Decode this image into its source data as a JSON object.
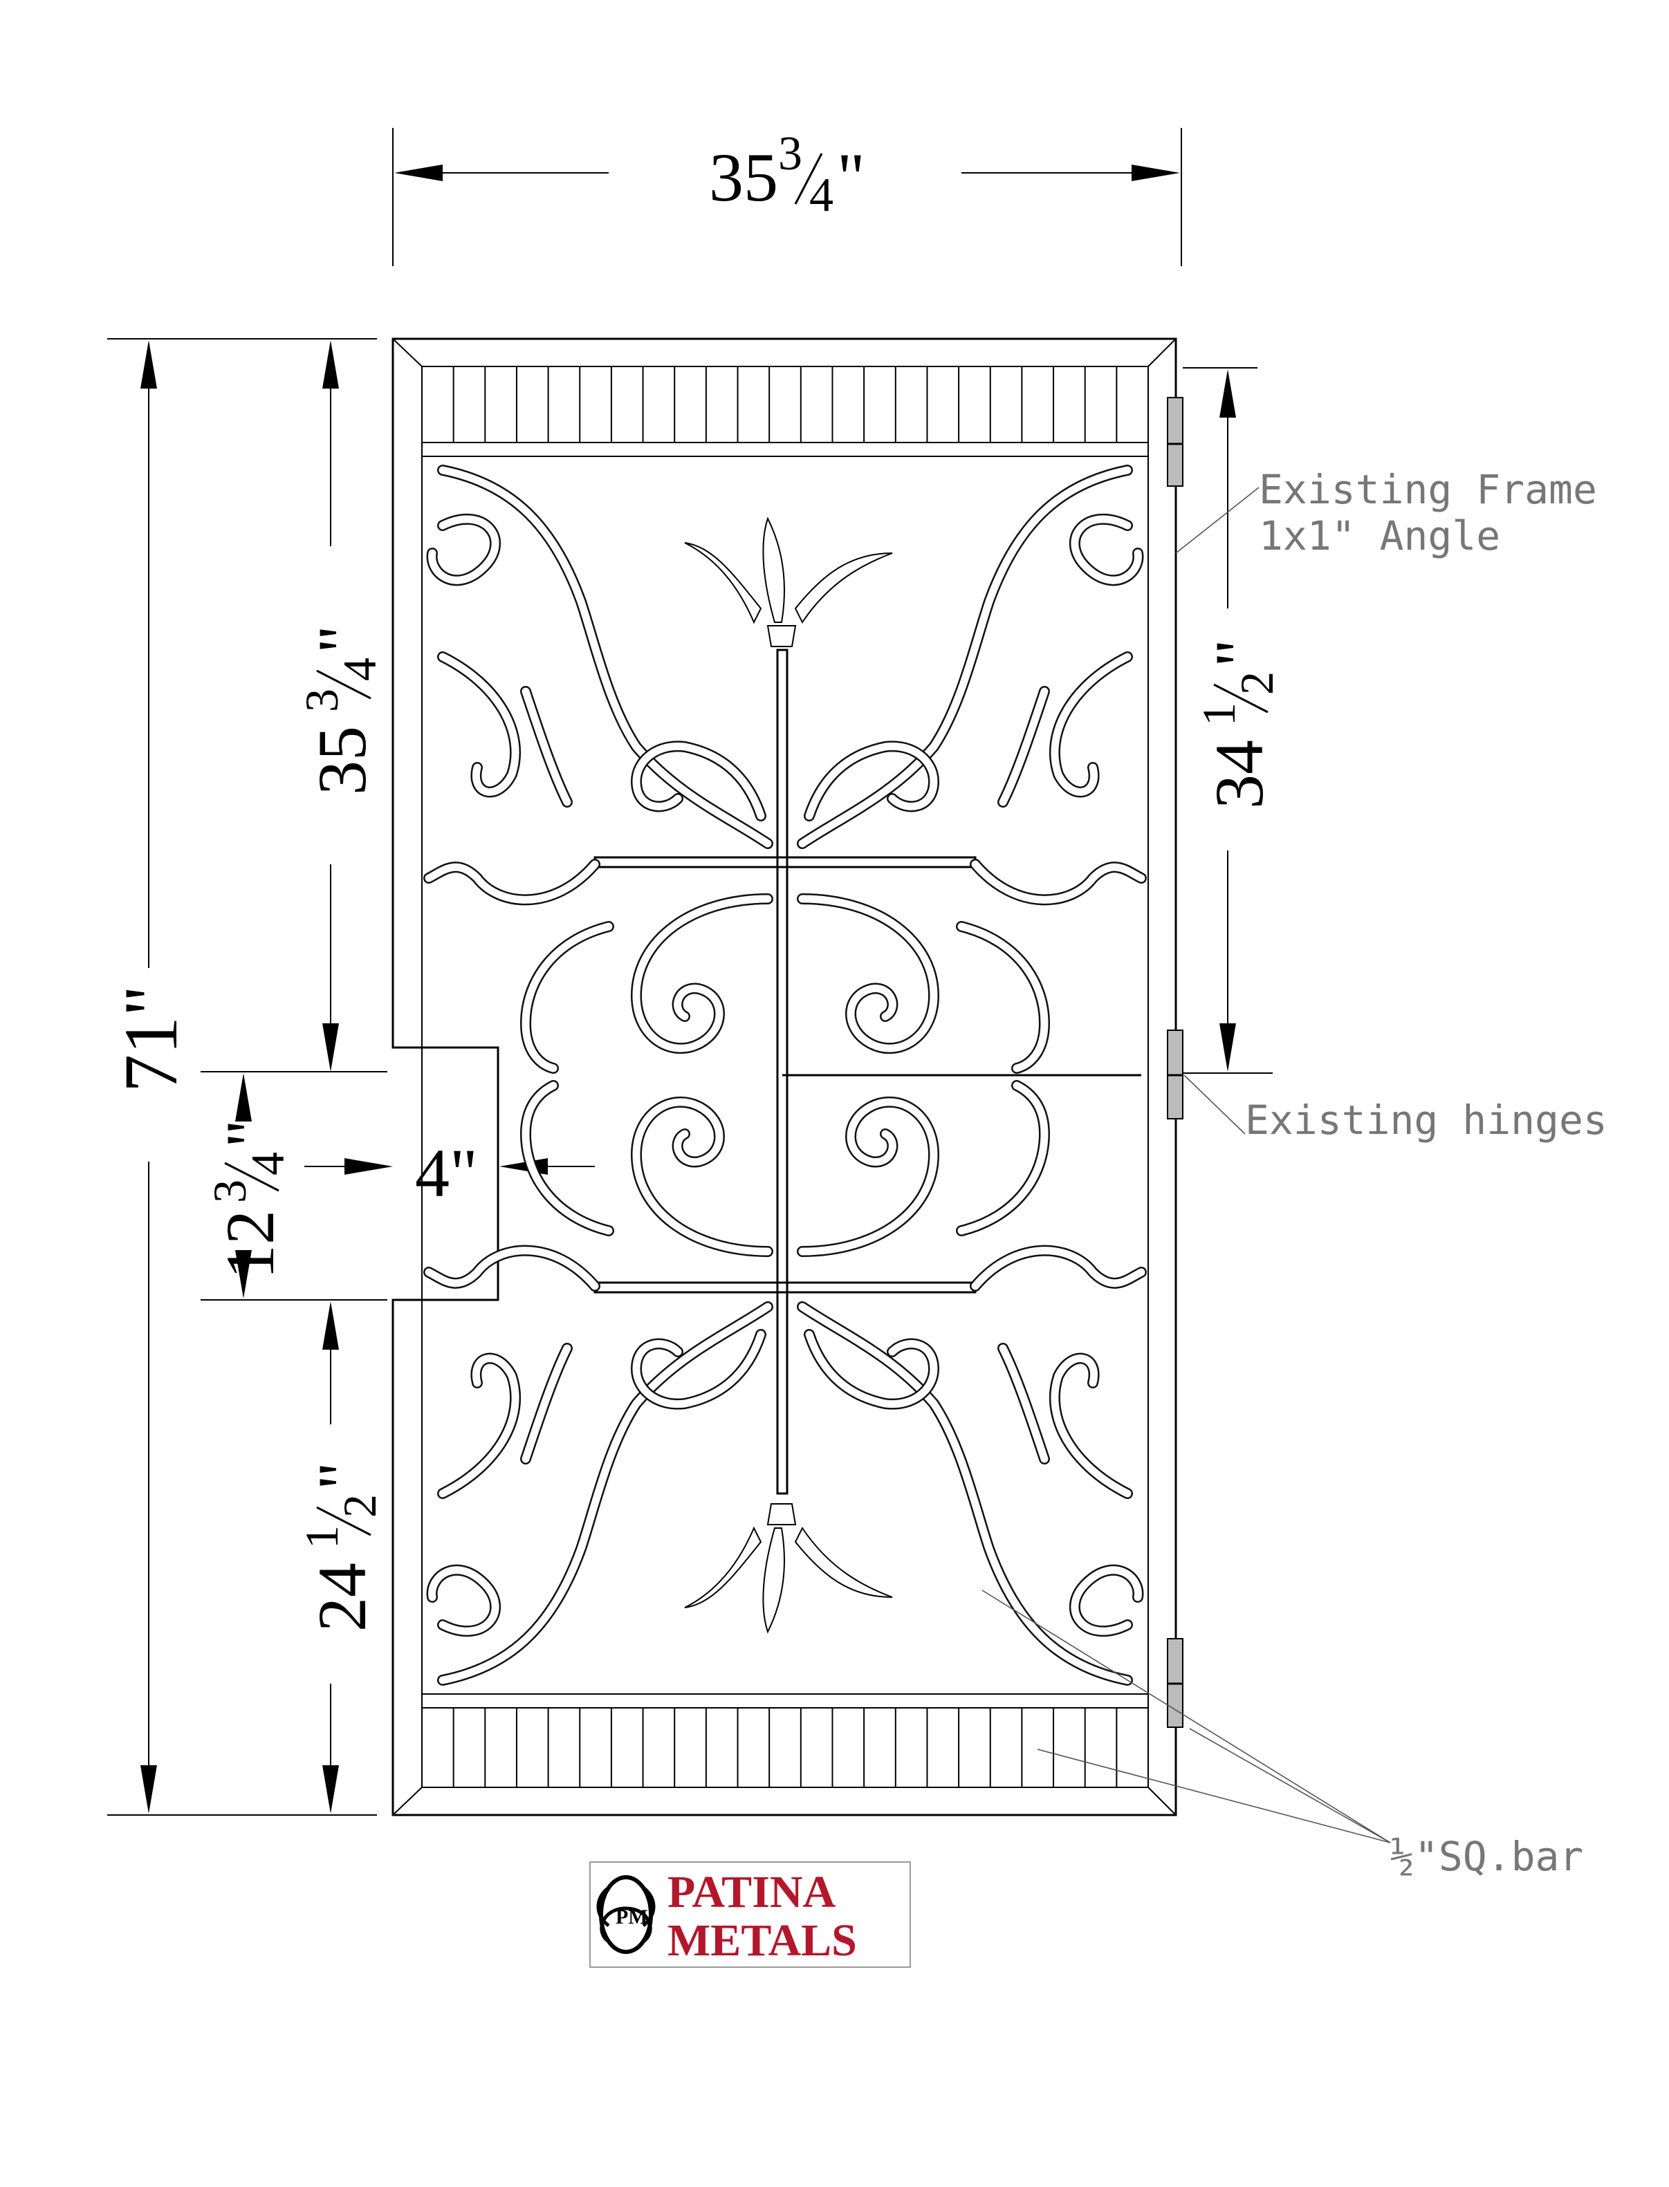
{
  "dimensions": {
    "width": {
      "whole": "35",
      "num": "3",
      "den": "4",
      "mark": "\""
    },
    "height_total": "71\"",
    "upper_height": {
      "whole": "35",
      "num": "3",
      "den": "4",
      "mark": "\""
    },
    "lower_height": {
      "whole": "24",
      "num": "1",
      "den": "2",
      "mark": "\""
    },
    "notch_height": {
      "whole": "12",
      "num": "3",
      "den": "4",
      "mark": "\""
    },
    "notch_depth": "4\"",
    "hinge_span": {
      "whole": "34",
      "num": "1",
      "den": "2",
      "mark": "\""
    }
  },
  "notes": {
    "frame_line1": "Existing Frame",
    "frame_line2": "1x1\" Angle",
    "hinges": "Existing hinges",
    "bar": "½\"SQ.bar"
  },
  "logo": {
    "line1": "PATINA",
    "line2": "METALS",
    "monogram": "PM"
  },
  "colors": {
    "brand": "#b3172b",
    "line": "#000000",
    "note": "#777777",
    "hinge": "#bbbbbb"
  }
}
